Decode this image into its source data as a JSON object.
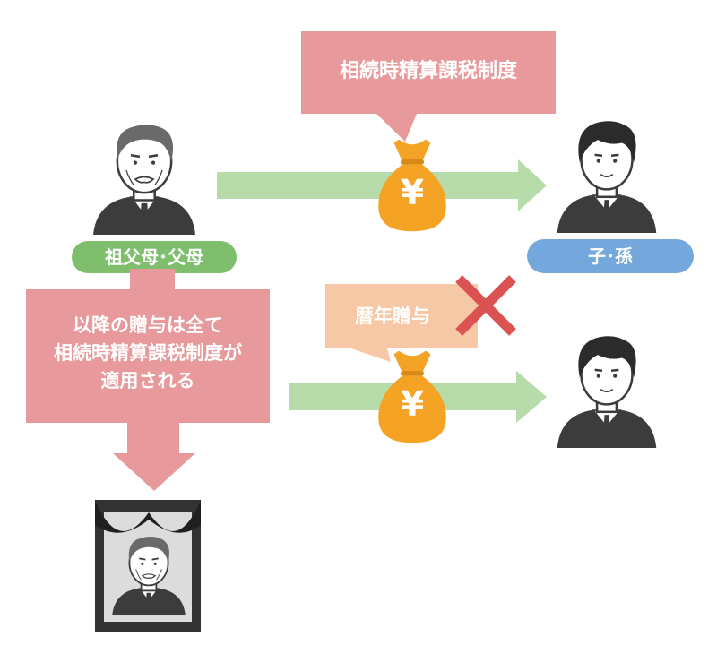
{
  "labels": {
    "top_callout": "相続時精算課税制度",
    "grandparent_pill": "祖父母･父母",
    "child_pill": "子･孫",
    "left_box_line1": "以降の贈与は全て",
    "left_box_line2": "相続時精算課税制度が",
    "left_box_line3": "適用される",
    "lower_callout": "暦年贈与",
    "yen_symbol": "¥"
  },
  "colors": {
    "pink": "#e8999b",
    "peach": "#f6c8a5",
    "green_pill": "#7ebe6c",
    "blue_pill": "#74a8dc",
    "arrow_green": "#b7dcaa",
    "money_bag": "#f5a324",
    "red_cross": "#db5253",
    "person_dark": "#3c3c3c"
  },
  "icons": {
    "grandparent": "elderly-man-icon",
    "child_top": "young-man-icon",
    "child_bottom": "young-man-icon",
    "money_top": "yen-money-bag-icon",
    "money_bottom": "yen-money-bag-icon",
    "cross": "red-x-icon",
    "portrait": "memorial-portrait-icon"
  }
}
